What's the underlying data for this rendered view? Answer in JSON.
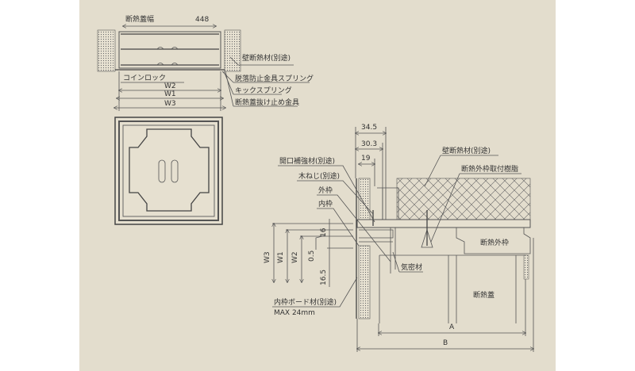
{
  "top_view": {
    "width_label": "断熱蓋幅",
    "width_value": "448",
    "wall_insulation": "壁断熱材(別途)",
    "coin_lock": "コインロック",
    "fall_prevention_spring": "脱落防止金具スプリング",
    "kick_spring": "キックスプリング",
    "lid_retainer": "断熱蓋抜け止め金具",
    "w2": "W2",
    "w1": "W1",
    "w3": "W3"
  },
  "section_view": {
    "dim_345": "34.5",
    "dim_303": "30.3",
    "dim_19": "19",
    "opening_reinforcement": "開口補強材(別途)",
    "wood_screw": "木ねじ(別途)",
    "outer_frame": "外枠",
    "inner_frame": "内枠",
    "wall_insulation": "壁断熱材(別途)",
    "mount_resin": "断熱外枠取付樹脂",
    "insulation_outer_frame": "断熱外枠",
    "airtight_material": "気密材",
    "insulation_lid": "断熱蓋",
    "inner_board": "内枠ボード材(別途)",
    "max_thickness": "MAX 24mm",
    "dim_16": "16",
    "dim_05": "0.5",
    "dim_165": "16.5",
    "w3": "W3",
    "w1": "W1",
    "w2": "W2",
    "dim_a": "A",
    "dim_b": "B"
  }
}
